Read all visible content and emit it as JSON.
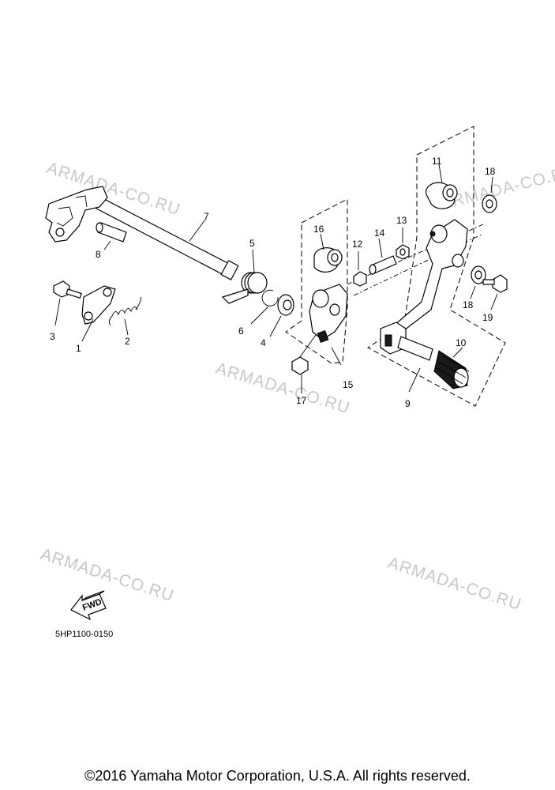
{
  "watermarks": [
    "ARMADA-CO.RU",
    "ARMADA-CO.RU",
    "ARMADA-CO.RU",
    "ARMADA-CO.RU",
    "ARMADA-CO.RU"
  ],
  "callouts": [
    "1",
    "2",
    "3",
    "4",
    "5",
    "6",
    "7",
    "8",
    "9",
    "10",
    "11",
    "12",
    "13",
    "14",
    "15",
    "16",
    "17",
    "18",
    "18",
    "19"
  ],
  "fwd_label": "FWD",
  "diagram_code": "5HP1100-0150",
  "copyright": "©2016 Yamaha Motor Corporation, U.S.A. All rights reserved."
}
